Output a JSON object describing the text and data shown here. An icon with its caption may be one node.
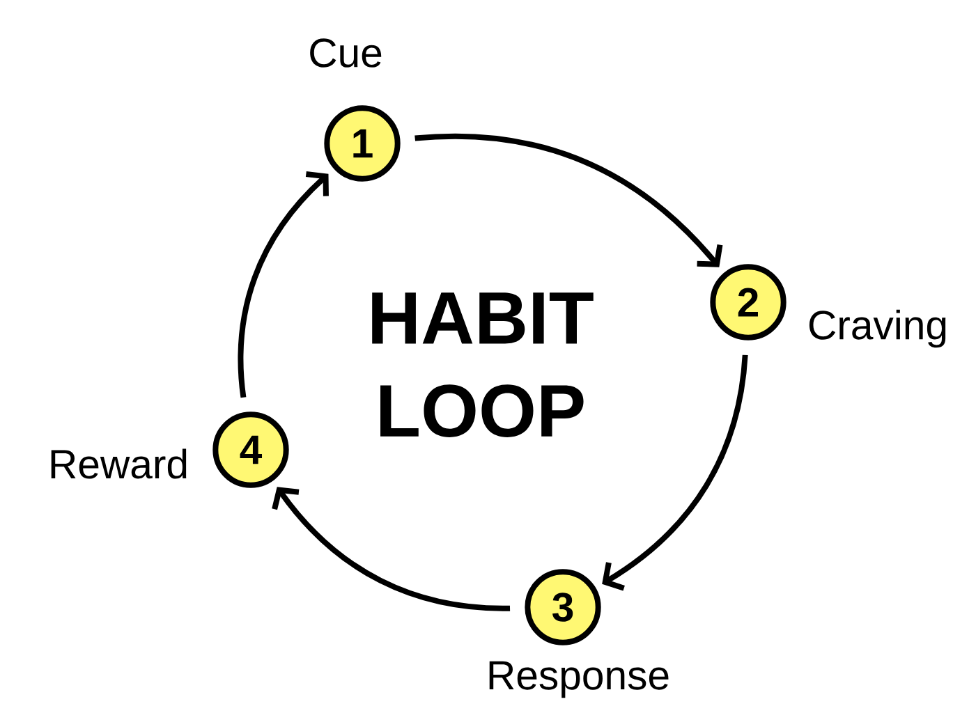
{
  "diagram": {
    "title": "HABIT LOOP",
    "nodes": [
      {
        "text": [
          "1"
        ],
        "beside": [
          "Cue"
        ]
      },
      {
        "text": [
          "2"
        ],
        "beside": [
          "Craving"
        ]
      },
      {
        "text": [
          "3"
        ],
        "beside": [
          "Response"
        ]
      },
      {
        "text": [
          "4"
        ],
        "beside": [
          "Reward"
        ]
      }
    ],
    "edges": [
      {
        "from": 0,
        "to": 1,
        "arrow": "to"
      },
      {
        "from": 1,
        "to": 2,
        "arrow": "to"
      },
      {
        "from": 2,
        "to": 3,
        "arrow": "to"
      },
      {
        "from": 3,
        "to": 0,
        "arrow": "to"
      }
    ]
  }
}
